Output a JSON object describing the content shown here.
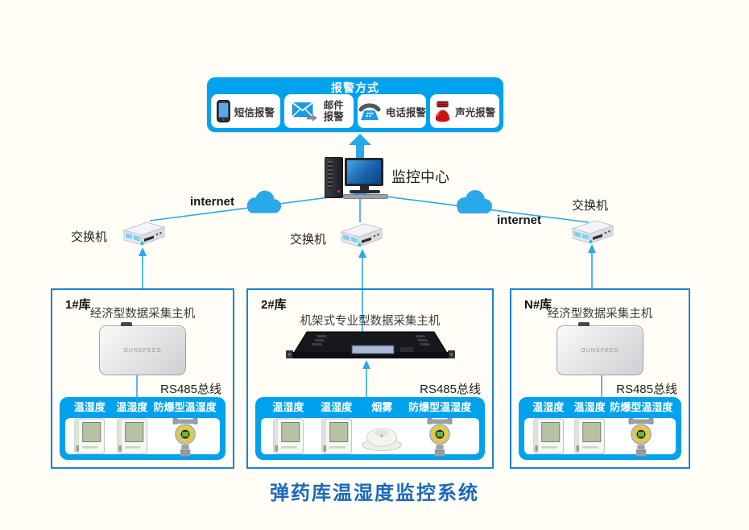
{
  "page_title": "弹药库温湿度监控系统",
  "colors": {
    "panel_blue": "#00a2ee",
    "line_blue": "#29a9e8",
    "box_border_blue": "#1583d8",
    "title_blue": "#1a6abc",
    "siren_red": "#cc1111"
  },
  "alarm_panel": {
    "title": "报警方式",
    "items": [
      {
        "label": "短信报警",
        "icon": "mobile-phone-icon"
      },
      {
        "label": "邮件报警",
        "icon": "email-icon"
      },
      {
        "label": "电话报警",
        "icon": "telephone-icon"
      },
      {
        "label": "声光报警",
        "icon": "siren-icon"
      }
    ]
  },
  "monitoring_center": {
    "label": "监控中心"
  },
  "network": {
    "left_switch_label": "交换机",
    "middle_switch_label": "交换机",
    "right_switch_label": "交换机",
    "left_internet_label": "internet",
    "right_internet_label": "internet"
  },
  "warehouses": [
    {
      "name": "1#库",
      "host_label": "经济型数据采集主机",
      "host_type": "economy",
      "host_brand": "OUNSPEED",
      "bus_label": "RS485总线",
      "sensors": [
        {
          "label": "温湿度",
          "type": "temp-humidity-sensor"
        },
        {
          "label": "温湿度",
          "type": "temp-humidity-sensor"
        },
        {
          "label": "防爆型温湿度",
          "type": "explosion-proof-sensor"
        }
      ]
    },
    {
      "name": "2#库",
      "host_label": "机架式专业型数据采集主机",
      "host_type": "rack",
      "bus_label": "RS485总线",
      "sensors": [
        {
          "label": "温湿度",
          "type": "temp-humidity-sensor"
        },
        {
          "label": "温湿度",
          "type": "temp-humidity-sensor"
        },
        {
          "label": "烟雾",
          "type": "smoke-detector"
        },
        {
          "label": "防爆型温湿度",
          "type": "explosion-proof-sensor"
        }
      ]
    },
    {
      "name": "N#库",
      "host_label": "经济型数据采集主机",
      "host_type": "economy",
      "host_brand": "OUNSPEED",
      "bus_label": "RS485总线",
      "sensors": [
        {
          "label": "温湿度",
          "type": "temp-humidity-sensor"
        },
        {
          "label": "温湿度",
          "type": "temp-humidity-sensor"
        },
        {
          "label": "防爆型温湿度",
          "type": "explosion-proof-sensor"
        }
      ]
    }
  ]
}
